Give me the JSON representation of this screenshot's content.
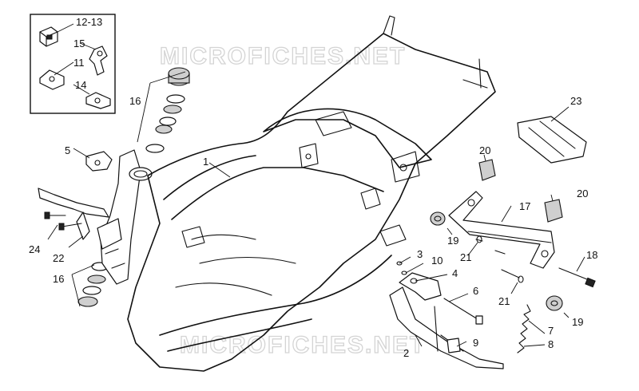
{
  "watermark": {
    "text_top": "MICROFICHES.NET",
    "text_bottom": "MICROFICHES.NET"
  },
  "callouts": {
    "c12_13": "12-13",
    "c15": "15",
    "c11": "11",
    "c14": "14",
    "c16a": "16",
    "c16b": "16",
    "c5": "5",
    "c1": "1",
    "c24": "24",
    "c22": "22",
    "c23": "23",
    "c20a": "20",
    "c20b": "20",
    "c17": "17",
    "c18": "18",
    "c19a": "19",
    "c19b": "19",
    "c21a": "21",
    "c21b": "21",
    "c3": "3",
    "c10": "10",
    "c4": "4",
    "c6": "6",
    "c2": "2",
    "c9": "9",
    "c7": "7",
    "c8": "8"
  }
}
